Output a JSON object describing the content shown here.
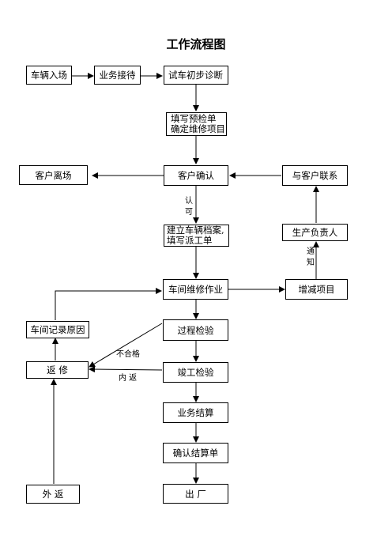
{
  "title": "工作流程图",
  "nodes": {
    "vehicle_entry": "车辆入场",
    "reception": "业务接待",
    "test_drive": "试车初步诊断",
    "precheck_line1": "填写预检单",
    "precheck_line2": "确定维修项目",
    "customer_leave": "客户离场",
    "customer_confirm": "客户确认",
    "contact_customer": "与客户联系",
    "archive_line1": "建立车辆档案,",
    "archive_line2": "填写派工单",
    "production_manager": "生产负责人",
    "workshop_repair": "车间维修作业",
    "add_remove_items": "增减项目",
    "record_reason": "车间记录原因",
    "process_inspection": "过程检验",
    "rework": "返  修",
    "final_inspection": "竣工检验",
    "settlement": "业务结算",
    "confirm_statement": "确认结算单",
    "external_return": "外  返",
    "exit_factory": "出  厂"
  },
  "edge_labels": {
    "approve_1": "认",
    "approve_2": "可",
    "notify_1": "通",
    "notify_2": "知",
    "fail": "不合格",
    "internal_return": "内  返"
  }
}
